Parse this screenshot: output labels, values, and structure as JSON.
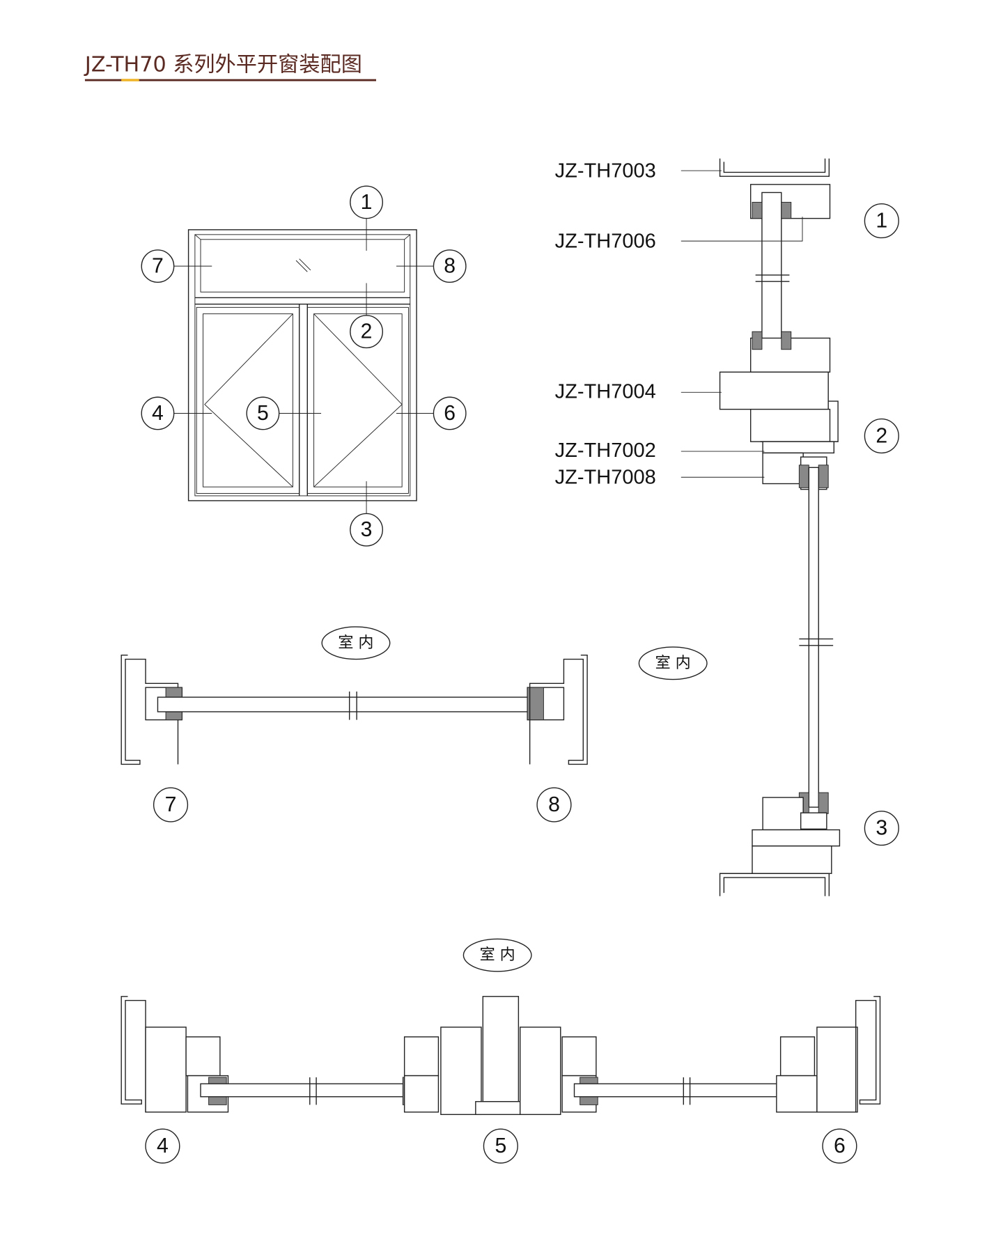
{
  "title": "JZ-TH70 系列外平开窗装配图",
  "colors": {
    "title": "#5a2a22",
    "accent": "#f0b429",
    "line": "#222222"
  },
  "callouts": {
    "n1": "1",
    "n2": "2",
    "n3": "3",
    "n4": "4",
    "n5": "5",
    "n6": "6",
    "n7": "7",
    "n8": "8"
  },
  "profiles": [
    "JZ-TH7003",
    "JZ-TH7006",
    "JZ-TH7004",
    "JZ-TH7002",
    "JZ-TH7008"
  ],
  "room_label": "室内"
}
